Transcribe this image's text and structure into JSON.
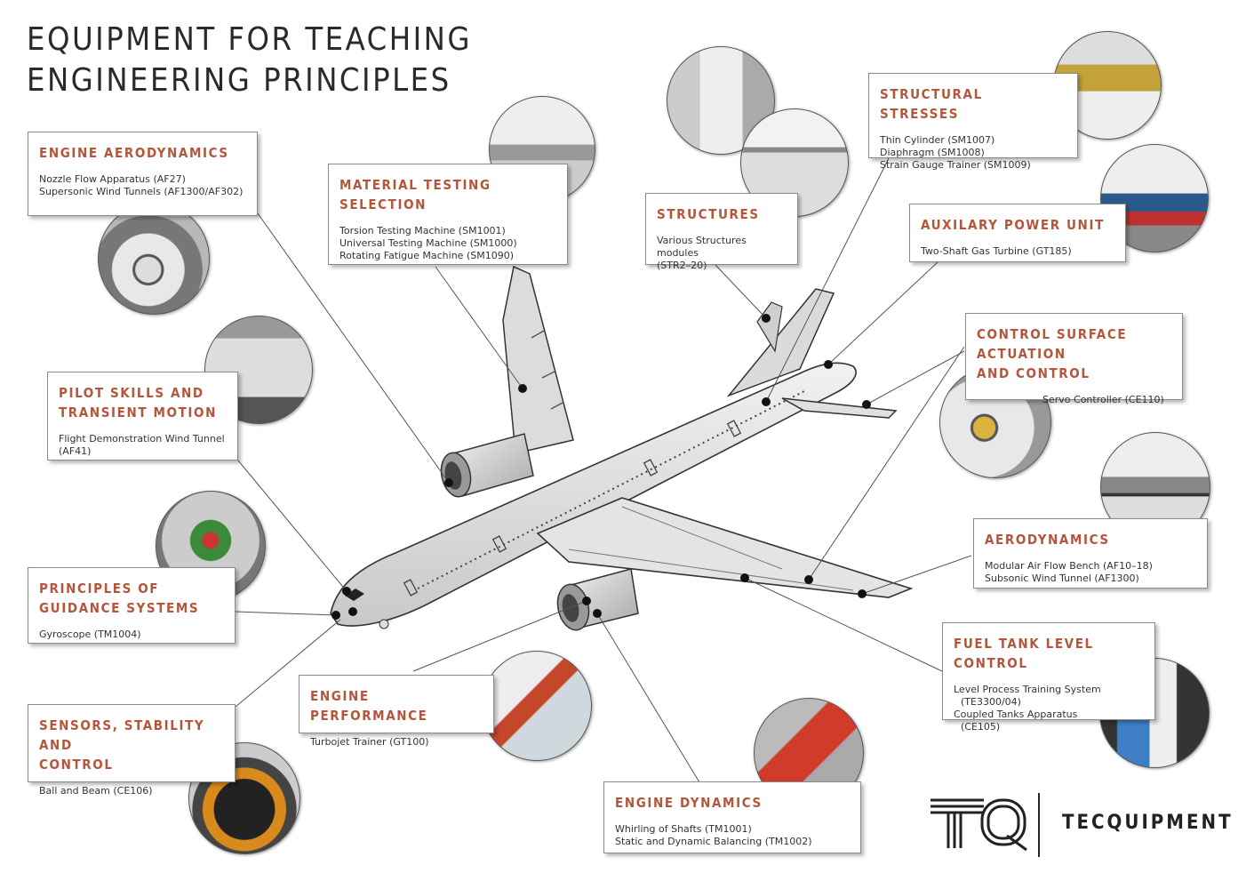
{
  "title": {
    "line1": "EQUIPMENT FOR TEACHING",
    "line2": "ENGINEERING PRINCIPLES"
  },
  "boxes": {
    "engine_aerodynamics": {
      "title_lines": [
        "ENGINE AERODYNAMICS"
      ],
      "items": [
        "Nozzle Flow Apparatus (AF27)",
        "Supersonic Wind Tunnels (AF1300/AF302)"
      ]
    },
    "material_testing": {
      "title_lines": [
        "MATERIAL TESTING",
        "SELECTION"
      ],
      "items": [
        "Torsion Testing Machine (SM1001)",
        "Universal Testing Machine (SM1000)",
        "Rotating Fatigue Machine (SM1090)"
      ]
    },
    "structures": {
      "title_lines": [
        "STRUCTURES"
      ],
      "items": [
        "Various Structures modules",
        "(STR2–20)"
      ]
    },
    "structural_stresses": {
      "title_lines": [
        "STRUCTURAL STRESSES"
      ],
      "items": [
        "Thin Cylinder (SM1007)",
        "Diaphragm (SM1008)",
        "Strain Gauge Trainer (SM1009)"
      ]
    },
    "auxiliary_power": {
      "title_lines": [
        "AUXILARY POWER UNIT"
      ],
      "items": [
        "Two-Shaft Gas Turbine (GT185)"
      ]
    },
    "control_surface": {
      "title_lines": [
        "CONTROL SURFACE ACTUATION",
        "AND CONTROL"
      ],
      "items": [
        "Servo Controller (CE110)"
      ]
    },
    "pilot_skills": {
      "title_lines": [
        "PILOT SKILLS AND",
        "TRANSIENT MOTION"
      ],
      "items": [
        "Flight Demonstration Wind Tunnel",
        "(AF41)"
      ]
    },
    "guidance_systems": {
      "title_lines": [
        "PRINCIPLES OF",
        "GUIDANCE SYSTEMS"
      ],
      "items": [
        "Gyroscope (TM1004)"
      ]
    },
    "aerodynamics": {
      "title_lines": [
        "AERODYNAMICS"
      ],
      "items": [
        "Modular Air Flow Bench (AF10–18)",
        "Subsonic Wind Tunnel (AF1300)"
      ]
    },
    "fuel_tank": {
      "title_lines": [
        "FUEL TANK LEVEL CONTROL"
      ],
      "items": [
        "Level Process Training System",
        "(TE3300/04)",
        "Coupled Tanks Apparatus",
        "(CE105)"
      ]
    },
    "engine_performance": {
      "title_lines": [
        "ENGINE PERFORMANCE"
      ],
      "items": [
        "Turbojet Trainer (GT100)"
      ]
    },
    "sensors_stability": {
      "title_lines": [
        "SENSORS, STABILITY AND",
        "CONTROL"
      ],
      "items": [
        "Ball and Beam (CE106)"
      ]
    },
    "engine_dynamics": {
      "title_lines": [
        "ENGINE DYNAMICS"
      ],
      "items": [
        "Whirling of Shafts (TM1001)",
        "Static and Dynamic Balancing (TM1002)"
      ]
    }
  },
  "logo": {
    "text": "TECQUIPMENT",
    "monogram_icon": "tq-monogram-icon"
  },
  "colors": {
    "heading": "#b4563c",
    "aircraft": "#e2e2e2",
    "leader_line": "#555555",
    "text": "#333333"
  }
}
